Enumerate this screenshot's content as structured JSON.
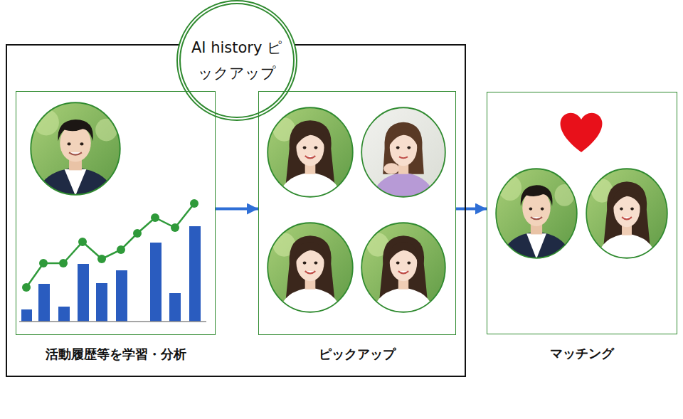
{
  "diagram": {
    "nodes": [
      {
        "text": [
          "AI history ピックアップ"
        ]
      },
      {
        "text": [
          "活動履歴等を学習・分析"
        ],
        "in": 0
      },
      {
        "text": [
          "ピックアップ"
        ],
        "in": 0
      },
      {
        "text": [
          "マッチング"
        ]
      }
    ],
    "edges": [
      {
        "from": 1,
        "to": 2,
        "arrow": "to"
      },
      {
        "from": 2,
        "to": 3,
        "arrow": "to"
      }
    ]
  }
}
